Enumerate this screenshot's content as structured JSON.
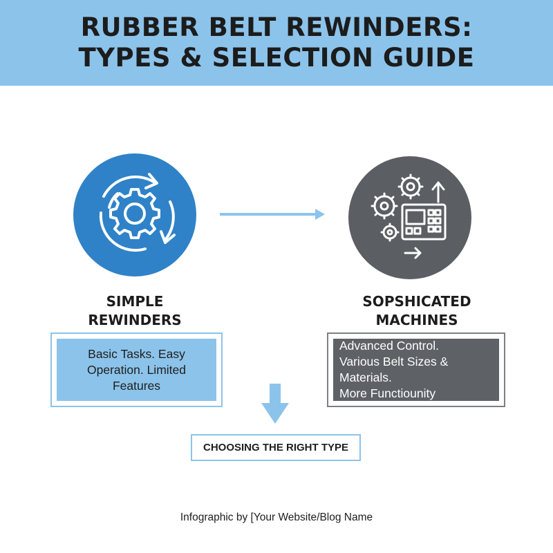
{
  "header": {
    "title_line1": "RUBBER BELT REWINDERS:",
    "title_line2": "TYPES & SELECTION GUIDE"
  },
  "left": {
    "icon": "rotating-gear-icon",
    "title_line1": "SIMPLE",
    "title_line2": "REWINDERS",
    "description": "Basic Tasks. Easy\nOperation. Limited\nFeatures"
  },
  "right": {
    "icon": "gears-control-panel-icon",
    "title_line1": "SOPSHICATED",
    "title_line2": "MACHINES",
    "description": "Advanced Control.\nVarious Belt Sizes & Materials.\nMore Functiounity"
  },
  "choose_label": "CHOOSING THE RIGHT TYPE",
  "footer": "Infographic by [Your Website/Blog Name",
  "colors": {
    "banner": "#8cc3ea",
    "accent_blue": "#2f82c7",
    "accent_gray": "#5b5e63"
  }
}
